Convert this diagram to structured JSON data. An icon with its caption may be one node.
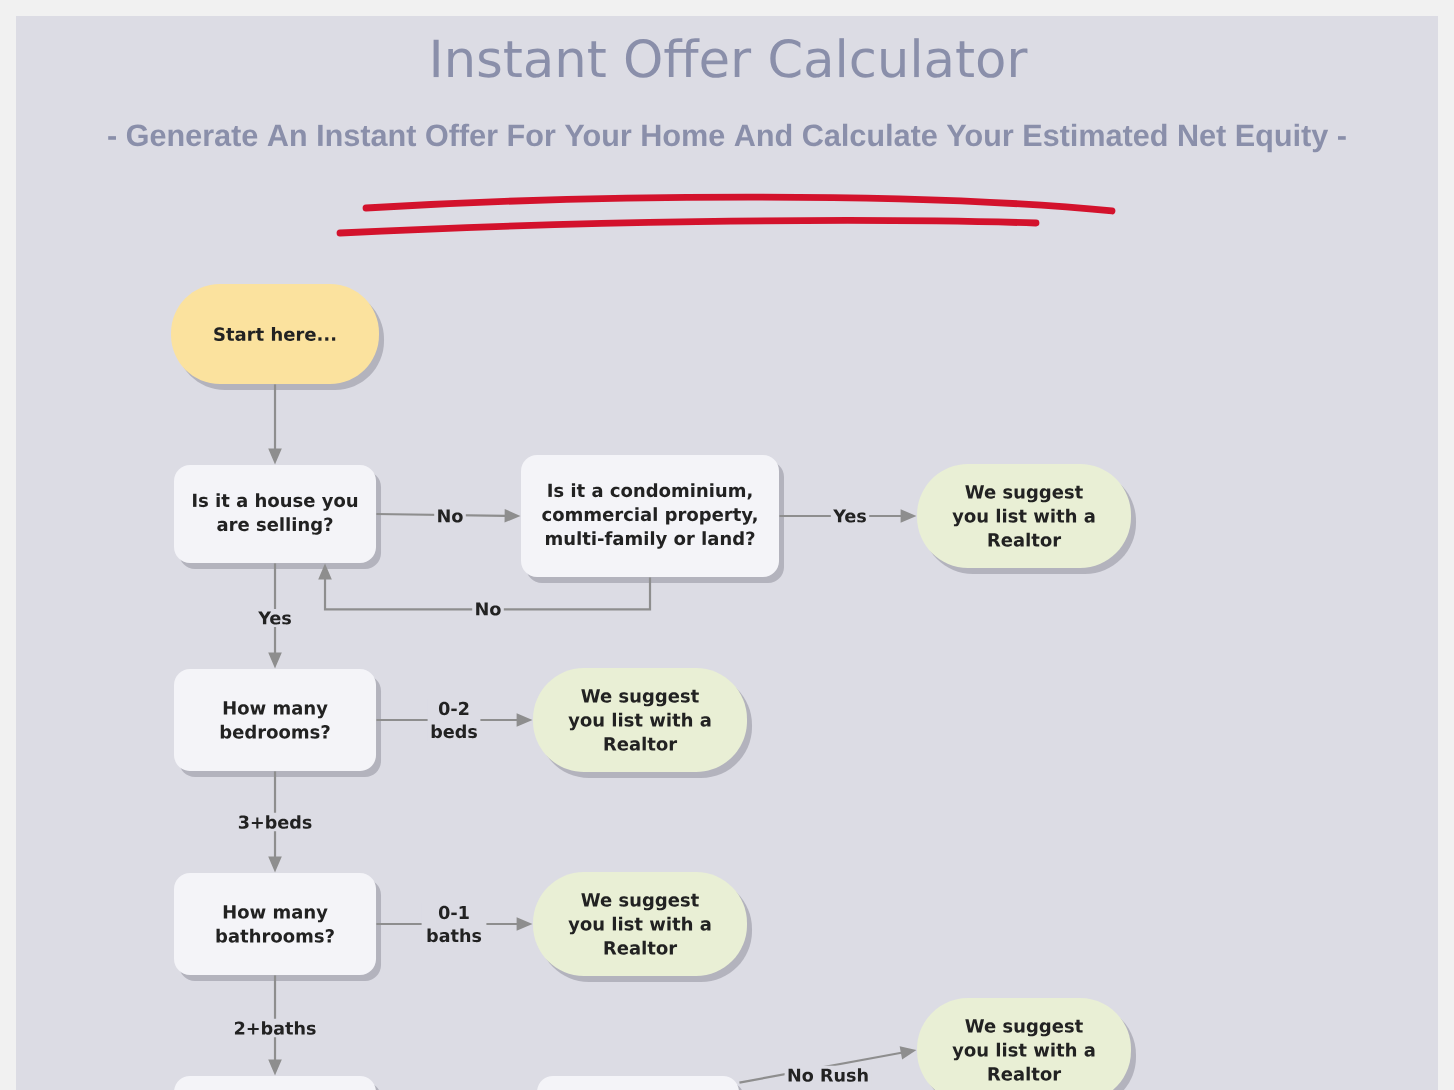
{
  "diagram": {
    "title": "Instant Offer Calculator",
    "nodes": [
      {
        "text": [
          "Start here..."
        ]
      },
      {
        "text": [
          "Is it a house you are selling?"
        ]
      },
      {
        "text": [
          "Is it a condominium, commercial property, multi-family or land?"
        ]
      },
      {
        "text": [
          "We suggest you list with a Realtor"
        ]
      },
      {
        "text": [
          "How many bedrooms?"
        ]
      },
      {
        "text": [
          "We suggest you list with a Realtor"
        ]
      },
      {
        "text": [
          "How many bathrooms?"
        ]
      },
      {
        "text": [
          "We suggest you list with a Realtor"
        ]
      },
      {
        "text": [
          "We suggest you list with a Realtor"
        ]
      },
      {
        "text": [],
        "shape": "box"
      },
      {
        "text": [],
        "shape": "box"
      }
    ],
    "edges": [
      {
        "from": 0,
        "to": 1,
        "arrow": "to"
      },
      {
        "from": 1,
        "to": 2,
        "arrow": "to",
        "label": "No"
      },
      {
        "from": 2,
        "to": 3,
        "arrow": "to",
        "label": "Yes"
      },
      {
        "from": 2,
        "to": 1,
        "arrow": "to",
        "label": "No"
      },
      {
        "from": 1,
        "to": 4,
        "arrow": "to",
        "label": "Yes"
      },
      {
        "from": 4,
        "to": 5,
        "arrow": "to",
        "label": "0-2 beds"
      },
      {
        "from": 4,
        "to": 6,
        "arrow": "to",
        "label": "3+beds"
      },
      {
        "from": 6,
        "to": 7,
        "arrow": "to",
        "label": "0-1 baths"
      },
      {
        "from": 6,
        "to": 9,
        "arrow": "to",
        "label": "2+baths"
      },
      {
        "from": 10,
        "to": 8,
        "arrow": "to",
        "label": "No Rush"
      }
    ],
    "labels": [
      "- Generate An Instant Offer For Your Home And Calculate Your Estimated Net Equity -"
    ]
  }
}
